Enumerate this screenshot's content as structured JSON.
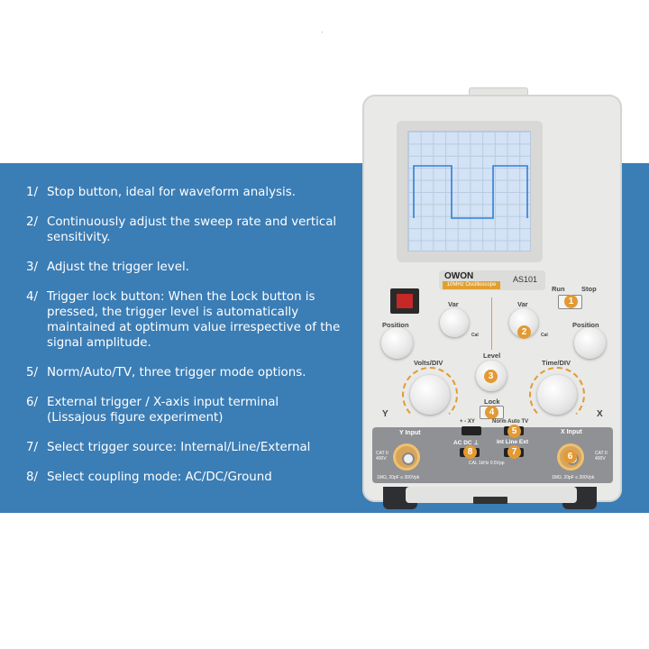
{
  "features": [
    {
      "num": "1/",
      "text": "Stop button, ideal for waveform analysis."
    },
    {
      "num": "2/",
      "text": "Continuously adjust the sweep rate and vertical sensitivity."
    },
    {
      "num": "3/",
      "text": "Adjust the trigger level."
    },
    {
      "num": "4/",
      "text": "Trigger lock button: When the Lock button is pressed, the trigger level is automatically maintained at optimum value irrespective of the signal amplitude."
    },
    {
      "num": "5/",
      "text": "Norm/Auto/TV, three trigger mode options."
    },
    {
      "num": "6/",
      "text": "External trigger / X-axis input terminal (Lissajous figure experiment)"
    },
    {
      "num": "7/",
      "text": "Select trigger source: Internal/Line/External"
    },
    {
      "num": "8/",
      "text": "Select coupling mode: AC/DC/Ground"
    }
  ],
  "device": {
    "brand": "OWON",
    "subtitle": "10MHz Oscilloscope",
    "model": "AS101",
    "run": "Run",
    "stop": "Stop",
    "position_left": "Position",
    "position_right": "Position",
    "var_left": "Var",
    "var_right": "Var",
    "cal": "Cal",
    "level": "Level",
    "volts_div": "Volts/DIV",
    "time_div": "Time/DIV",
    "lock": "Lock",
    "y": "Y",
    "x": "X",
    "xy": "+  -  XY",
    "modes": "Norm  Auto  TV",
    "y_input": "Y Input",
    "x_input": "X Input",
    "coupling": "AC  DC  ⊥",
    "source": "Int  Line  Ext",
    "cal_text": "CAL 1kHz 0.5Vpp",
    "cat": "CAT II 400V",
    "impedance": "1MΩ, 20pF ≤ 300Vpk",
    "badges": [
      "1",
      "2",
      "3",
      "4",
      "5",
      "6",
      "7",
      "8"
    ]
  },
  "colors": {
    "band": "#3b7db5",
    "accent": "#e39a33",
    "trace": "#2f7fd8"
  }
}
